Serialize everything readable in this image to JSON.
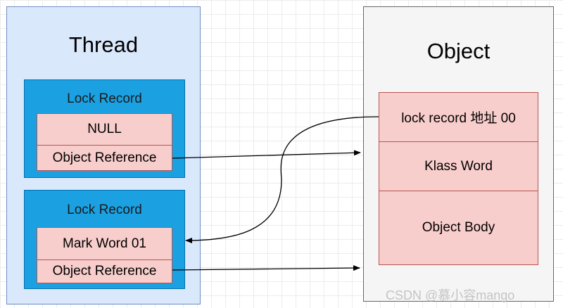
{
  "thread": {
    "title": "Thread",
    "records": [
      {
        "label": "Lock Record",
        "top_cell": "NULL",
        "bottom_cell": "Object Reference"
      },
      {
        "label": "Lock Record",
        "top_cell": "Mark Word 01",
        "bottom_cell": "Object Reference"
      }
    ]
  },
  "object": {
    "title": "Object",
    "cells": [
      "lock record 地址 00",
      "Klass Word",
      "Object Body"
    ]
  },
  "watermark": "CSDN @慕小容mango",
  "colors": {
    "thread_fill": "#dae8fc",
    "lock_record_fill": "#1ba1e2",
    "cell_fill": "#f8cecc",
    "object_fill": "#f5f5f5"
  }
}
